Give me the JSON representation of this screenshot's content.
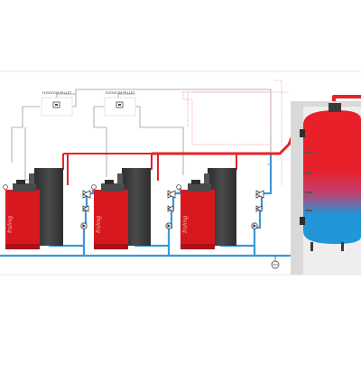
{
  "controllers": [
    {
      "label": "FLEXICOM PELLET"
    },
    {
      "label": "FLEXICOM PELLET"
    }
  ],
  "boiler_brand": "froling",
  "boilers": [
    {
      "name": "boiler-1"
    },
    {
      "name": "boiler-2"
    },
    {
      "name": "boiler-3"
    }
  ],
  "colors": {
    "supply_hot": "#e8202a",
    "return_cold": "#3a9ad9",
    "boiler_body": "#d7191f",
    "boiler_silo": "#3a3a3a",
    "tank_hot": "#e8202a",
    "tank_cold": "#2196d8",
    "tank_casing": "#dcdcdc",
    "control_wire": "#999999",
    "sensor_wire": "#f2a0a0"
  },
  "icons": [
    "pump-icon",
    "valve-icon",
    "sensor-icon",
    "expansion-vessel-icon",
    "controller-icon"
  ]
}
